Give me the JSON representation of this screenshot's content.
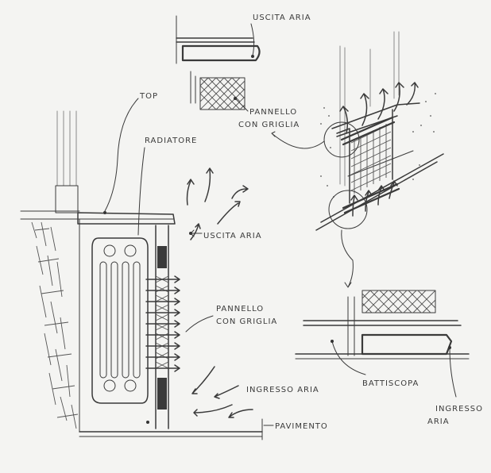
{
  "labels": {
    "top_right_outlet": "USCITA ARIA",
    "top_right_panel_1": "PANNELLO",
    "top_right_panel_2": "CON GRIGLIA",
    "top": "TOP",
    "radiator": "RADIATORE",
    "main_outlet": "USCITA ARIA",
    "main_panel_1": "PANNELLO",
    "main_panel_2": "CON GRIGLIA",
    "inlet": "INGRESSO ARIA",
    "floor": "PAVIMENTO",
    "skirting": "BATTISCOPA",
    "bottom_inlet_1": "INGRESSO",
    "bottom_inlet_2": "ARIA"
  },
  "colors": {
    "paper": "#f4f4f2",
    "graphite": "#3a3a3a",
    "graphite_light": "#8a8a8a"
  }
}
